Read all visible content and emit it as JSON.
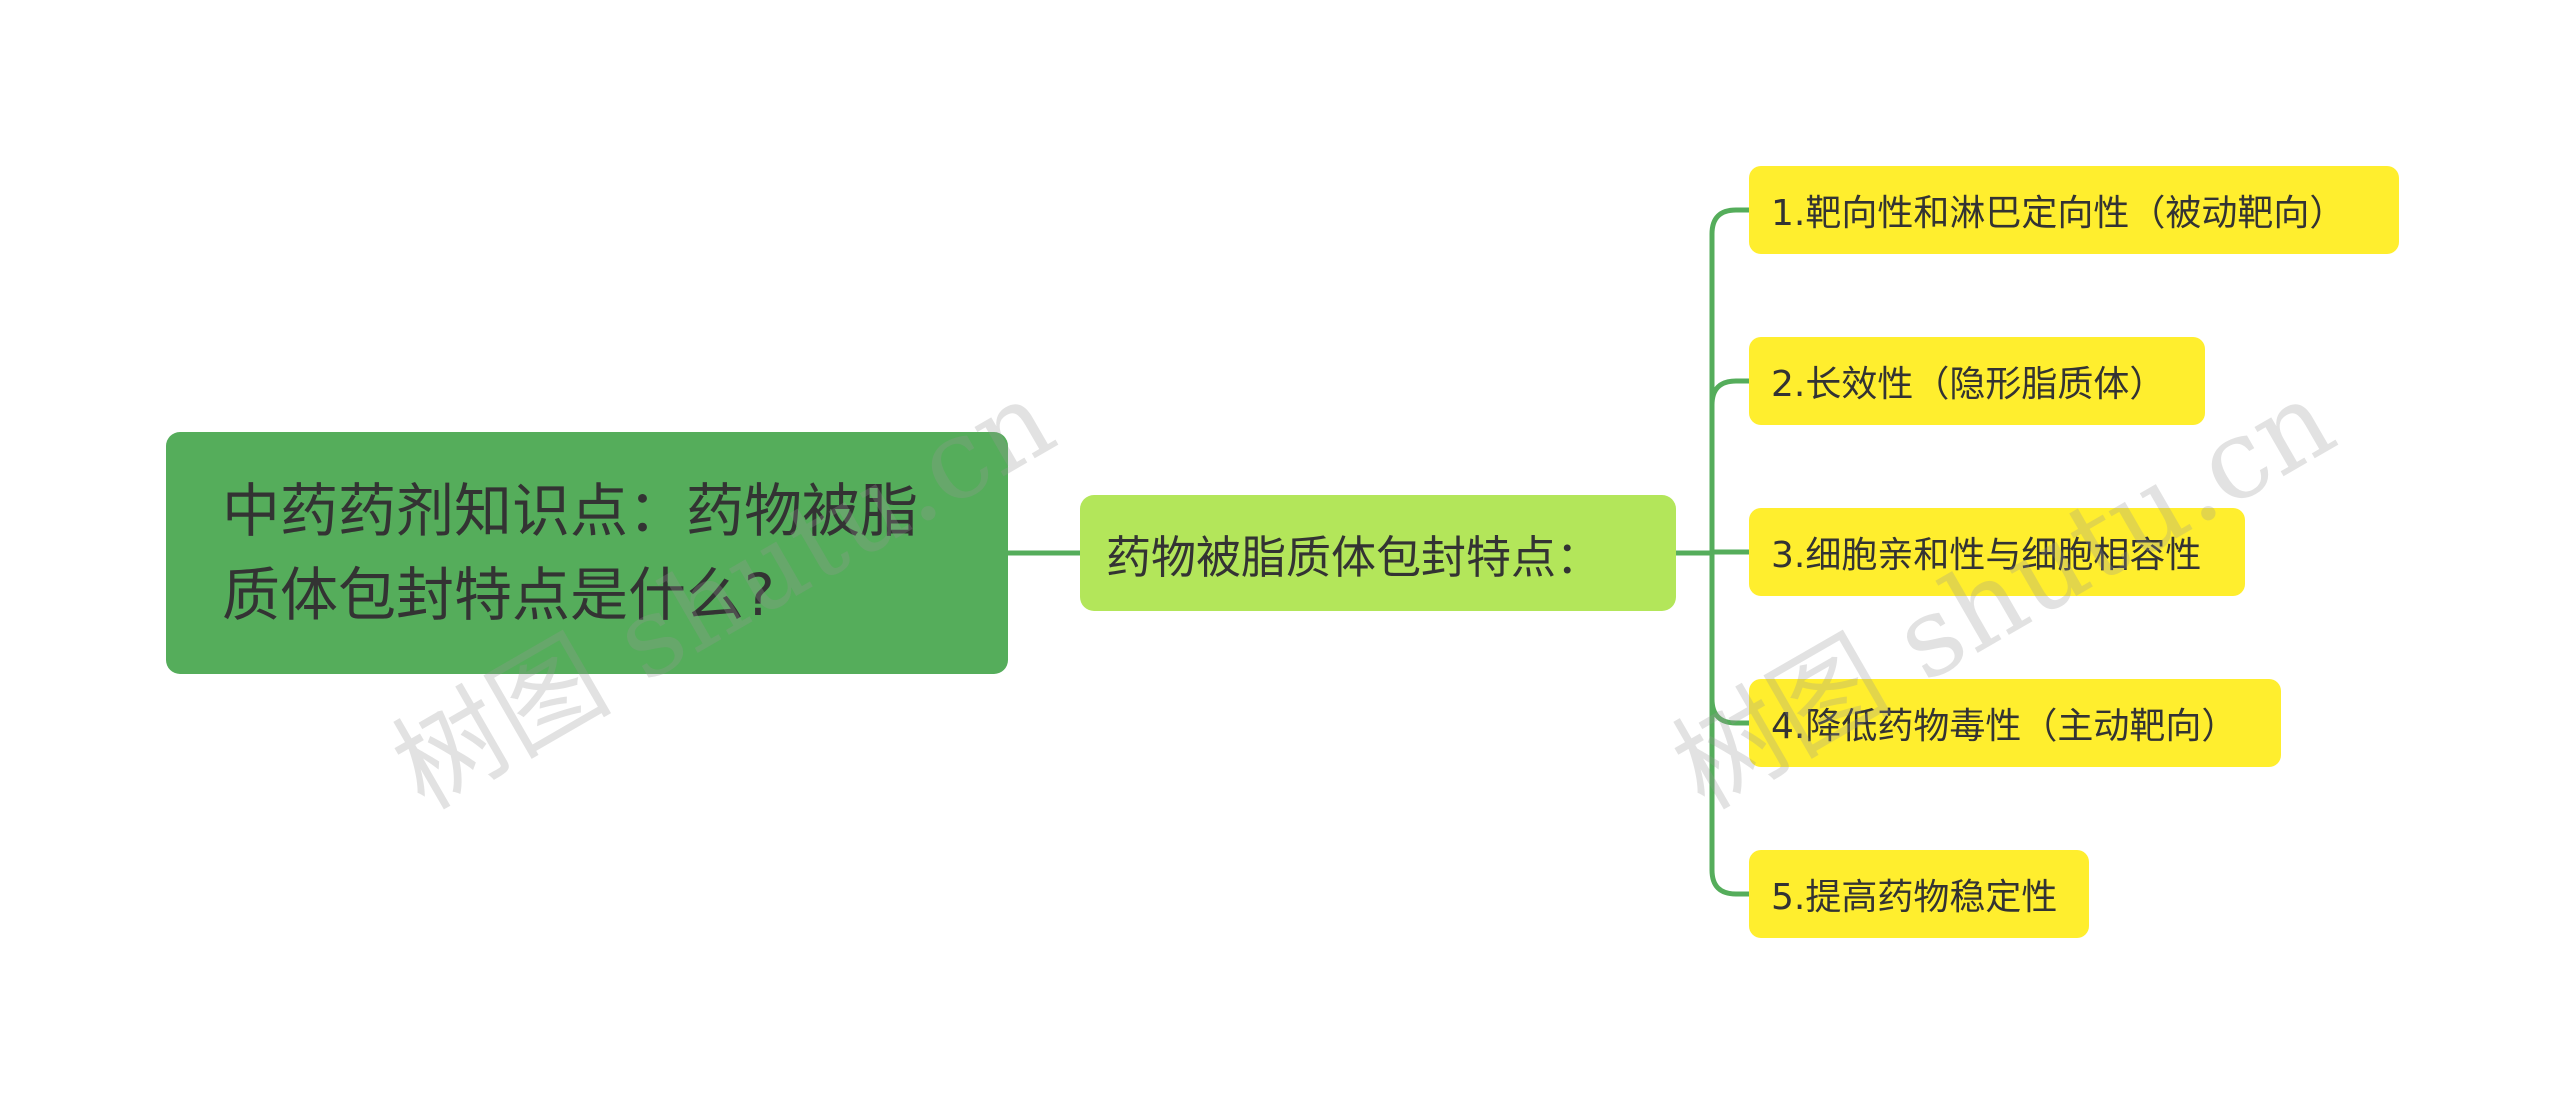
{
  "mindmap": {
    "root": {
      "label": "中药药剂知识点：药物被脂质体包封特点是什么?"
    },
    "branch": {
      "label": "药物被脂质体包封特点："
    },
    "leaves": [
      {
        "label": "1.靶向性和淋巴定向性（被动靶向）"
      },
      {
        "label": "2.长效性（隐形脂质体）"
      },
      {
        "label": "3.细胞亲和性与细胞相容性"
      },
      {
        "label": "4.降低药物毒性（主动靶向）"
      },
      {
        "label": "5.提高药物稳定性"
      }
    ]
  },
  "watermark": {
    "text": "树图 shutu.cn"
  },
  "colors": {
    "root_fill": "#55ad5b",
    "branch_fill": "#b3e65a",
    "leaf_fill": "#ffee2e",
    "connector": "#55ad5b",
    "text": "#333333"
  }
}
